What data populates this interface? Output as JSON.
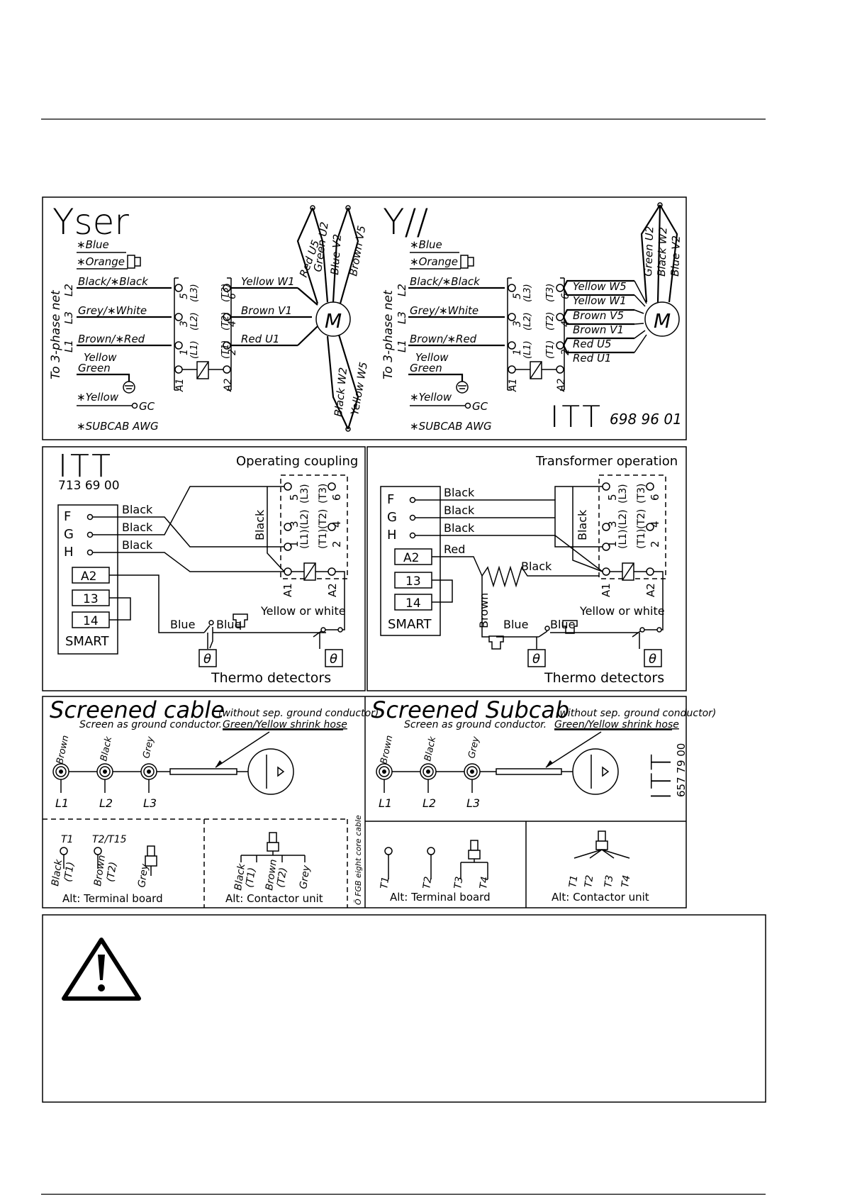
{
  "yser": {
    "title": "Yser",
    "blue": "∗Blue",
    "orange": "∗Orange",
    "net_label": "To 3-phase net",
    "l2": "L2",
    "l3": "L3",
    "l1": "L1",
    "black_black": "Black/∗Black",
    "grey_white": "Grey/∗White",
    "brown_red": "Brown/∗Red",
    "yellow": "Yellow",
    "green": "Green",
    "yellow_gc": "∗Yellow",
    "gc": "GC",
    "subcab": "∗SUBCAB AWG",
    "t5": "5",
    "t3": "3",
    "t1": "1",
    "l3p": "(L3)",
    "l2p": "(L2)",
    "l1p": "(L1)",
    "t6": "6",
    "t4": "4",
    "t2": "2",
    "t3p": "(T3)",
    "t2p": "(T2)",
    "t1p": "(T1)",
    "a1": "A1",
    "a2": "A2",
    "yellow_w1": "Yellow W1",
    "brown_v1": "Brown V1",
    "red_u1": "Red U1",
    "red_u5": "Red U5",
    "green_u2": "Green U2",
    "blue_v2": "Blue V2",
    "brown_v5": "Brown V5",
    "black_w2": "Black W2",
    "yellow_w5": "Yellow W5",
    "motor": "M"
  },
  "ypar": {
    "title": "Y//",
    "blue": "∗Blue",
    "orange": "∗Orange",
    "net_label": "To 3-phase net",
    "l2": "L2",
    "l3": "L3",
    "l1": "L1",
    "black_black": "Black/∗Black",
    "grey_white": "Grey/∗White",
    "brown_red": "Brown/∗Red",
    "yellow": "Yellow",
    "green": "Green",
    "yellow_gc": "∗Yellow",
    "gc": "GC",
    "subcab": "∗SUBCAB AWG",
    "t5": "5",
    "t3": "3",
    "t1": "1",
    "l3p": "(L3)",
    "l2p": "(L2)",
    "l1p": "(L1)",
    "t6": "6",
    "t4": "4",
    "t2": "2",
    "t3p": "(T3)",
    "t2p": "(T2)",
    "t1p": "(T1)",
    "a1": "A1",
    "a2": "A2",
    "yellow_w5": "Yellow W5",
    "yellow_w1": "Yellow W1",
    "brown_v5": "Brown V5",
    "brown_v1": "Brown V1",
    "red_u5": "Red U5",
    "red_u1": "Red U1",
    "green_u2": "Green U2",
    "black_w2": "Black W2",
    "blue_v2": "Blue V2",
    "motor": "M",
    "logo": "ITT",
    "part_no": "698 96 01"
  },
  "operating": {
    "logo": "ITT",
    "part_no": "713 69 00",
    "title": "Operating coupling",
    "f": "F",
    "g": "G",
    "h": "H",
    "black1": "Black",
    "black2": "Black",
    "black3": "Black",
    "black_v": "Black",
    "a2": "A2",
    "n13": "13",
    "n14": "14",
    "smart": "SMART",
    "t5": "5",
    "t3": "3",
    "t1": "1",
    "l3p": "(L3)",
    "l2p": "(L2)",
    "l1p": "(L1)",
    "t6": "6",
    "t4": "4",
    "t2": "2",
    "t3p": "(T3)",
    "t2p": "(T2)",
    "t1p": "(T1)",
    "ca1": "A1",
    "ca2": "A2",
    "blue1": "Blue",
    "blue2": "Blue",
    "yellow_white": "Yellow or white",
    "theta": "θ",
    "thermo": "Thermo detectors"
  },
  "transformer": {
    "title": "Transformer operation",
    "f": "F",
    "g": "G",
    "h": "H",
    "black1": "Black",
    "black2": "Black",
    "black3": "Black",
    "black_v": "Black",
    "red": "Red",
    "black_r": "Black",
    "brown": "Brown",
    "a2": "A2",
    "n13": "13",
    "n14": "14",
    "smart": "SMART",
    "t5": "5",
    "t3": "3",
    "t1": "1",
    "l3p": "(L3)",
    "l2p": "(L2)",
    "l1p": "(L1)",
    "t6": "6",
    "t4": "4",
    "t2": "2",
    "t3p": "(T3)",
    "t2p": "(T2)",
    "t1p": "(T1)",
    "ca1": "A1",
    "ca2": "A2",
    "blue1": "Blue",
    "blue2": "Blue",
    "yellow_white": "Yellow or white",
    "theta": "θ",
    "thermo": "Thermo detectors"
  },
  "screened_cable": {
    "title": "Screened cable",
    "note": "(without sep. ground conductor)",
    "screen": "Screen as ground conductor.",
    "hose": "Green/Yellow shrink hose",
    "brown": "Brown",
    "black": "Black",
    "grey": "Grey",
    "l1": "L1",
    "l2": "L2",
    "l3": "L3",
    "t1": "T1",
    "t2t15": "T2/T15",
    "black_t1": "Black",
    "t1p": "(T1)",
    "brown_t2": "Brown",
    "t2p": "(T2)",
    "grey_b": "Grey",
    "c_black": "Black",
    "c_t1": "(T1)",
    "c_brown": "Brown",
    "c_t2": "(T2)",
    "c_grey": "Grey",
    "alt_terminal": "Alt: Terminal board",
    "alt_contactor": "Alt: Contactor unit",
    "eight_core": "Ö FGB eight core cable"
  },
  "screened_subcab": {
    "title": "Screened Subcab",
    "note": "(without sep. ground conductor)",
    "screen": "Screen as ground conductor.",
    "hose": "Green/Yellow shrink hose",
    "brown": "Brown",
    "black": "Black",
    "grey": "Grey",
    "l1": "L1",
    "l2": "L2",
    "l3": "L3",
    "logo": "ITT",
    "part_no": "657 79 00",
    "t1": "T1",
    "t2": "T2",
    "t3": "T3",
    "t4": "T4",
    "c_t1": "T1",
    "c_t2": "T2",
    "c_t3": "T3",
    "c_t4": "T4",
    "alt_terminal": "Alt: Terminal board",
    "alt_contactor": "Alt: Contactor unit"
  },
  "warning": {
    "icon": "warning-triangle-icon"
  }
}
